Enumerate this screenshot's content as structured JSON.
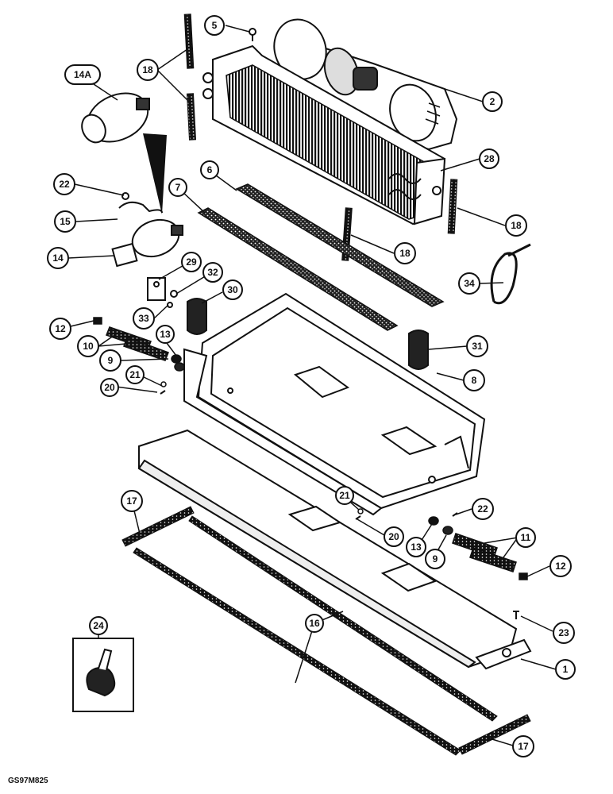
{
  "figure_code": "GS97M825",
  "callouts": [
    {
      "id": "c-5a",
      "label": "5"
    },
    {
      "id": "c-18a",
      "label": "18"
    },
    {
      "id": "c-14A",
      "label": "14A"
    },
    {
      "id": "c-2",
      "label": "2"
    },
    {
      "id": "c-28",
      "label": "28"
    },
    {
      "id": "c-22a",
      "label": "22"
    },
    {
      "id": "c-6",
      "label": "6"
    },
    {
      "id": "c-7",
      "label": "7"
    },
    {
      "id": "c-18b",
      "label": "18"
    },
    {
      "id": "c-15",
      "label": "15"
    },
    {
      "id": "c-18c",
      "label": "18"
    },
    {
      "id": "c-14",
      "label": "14"
    },
    {
      "id": "c-29",
      "label": "29"
    },
    {
      "id": "c-32",
      "label": "32"
    },
    {
      "id": "c-34",
      "label": "34"
    },
    {
      "id": "c-30",
      "label": "30"
    },
    {
      "id": "c-33",
      "label": "33"
    },
    {
      "id": "c-12a",
      "label": "12"
    },
    {
      "id": "c-13a",
      "label": "13"
    },
    {
      "id": "c-10",
      "label": "10"
    },
    {
      "id": "c-31",
      "label": "31"
    },
    {
      "id": "c-9a",
      "label": "9"
    },
    {
      "id": "c-21a",
      "label": "21"
    },
    {
      "id": "c-8",
      "label": "8"
    },
    {
      "id": "c-20a",
      "label": "20"
    },
    {
      "id": "c-17a",
      "label": "17"
    },
    {
      "id": "c-21b",
      "label": "21"
    },
    {
      "id": "c-22b",
      "label": "22"
    },
    {
      "id": "c-20b",
      "label": "20"
    },
    {
      "id": "c-11",
      "label": "11"
    },
    {
      "id": "c-13b",
      "label": "13"
    },
    {
      "id": "c-9b",
      "label": "9"
    },
    {
      "id": "c-12b",
      "label": "12"
    },
    {
      "id": "c-24",
      "label": "24"
    },
    {
      "id": "c-16",
      "label": "16"
    },
    {
      "id": "c-23",
      "label": "23"
    },
    {
      "id": "c-1",
      "label": "1"
    },
    {
      "id": "c-17b",
      "label": "17"
    }
  ]
}
